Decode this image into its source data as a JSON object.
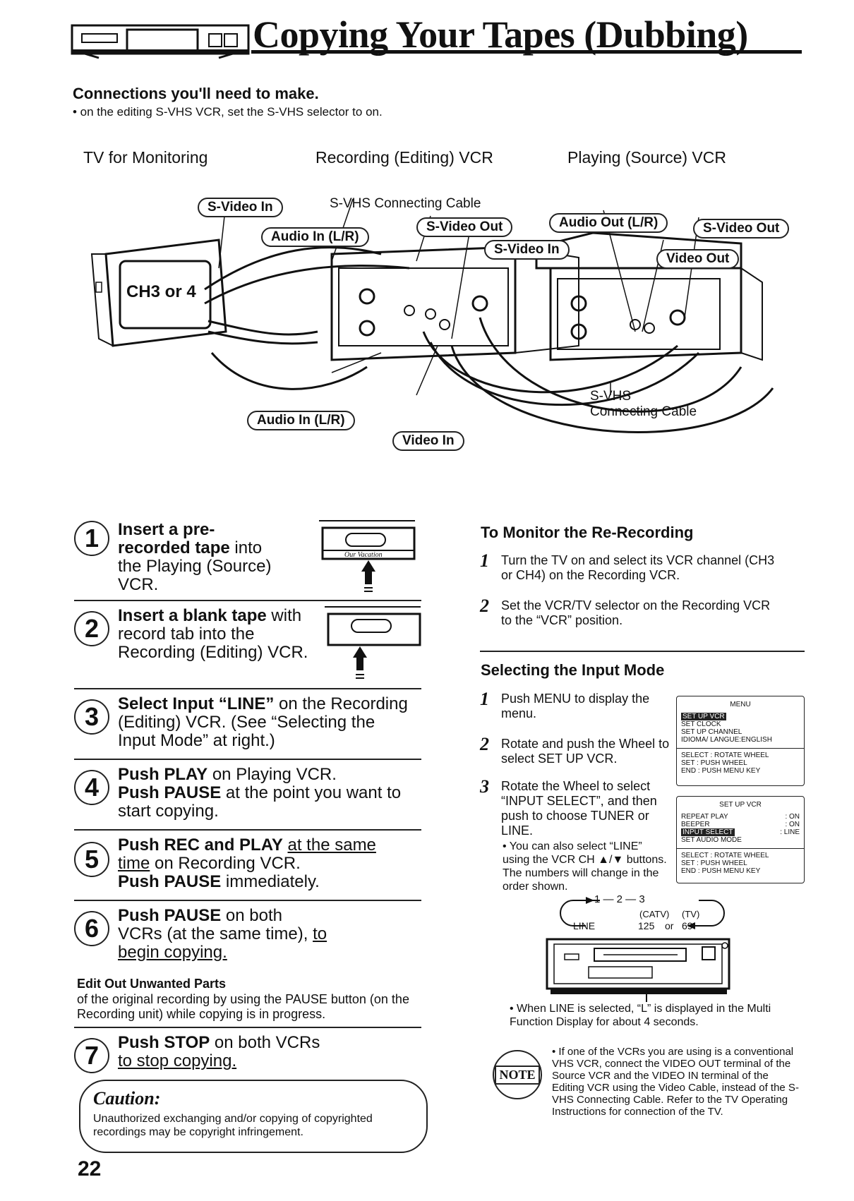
{
  "header": {
    "title": "Copying Your Tapes (Dubbing)"
  },
  "connections": {
    "heading": "Connections you'll need to make.",
    "subtext": "• on the editing S-VHS VCR, set the S-VHS selector to on."
  },
  "devices": {
    "tv": "TV for Monitoring",
    "recording_vcr": "Recording (Editing) VCR",
    "playing_vcr": "Playing (Source) VCR"
  },
  "diagram": {
    "tv_screen": "CH3 or 4",
    "svhs_cable_top": "S-VHS Connecting Cable",
    "svhs_cable_bottom_1": "S-VHS",
    "svhs_cable_bottom_2": "Connecting Cable",
    "labels": {
      "svideo_in_tv": "S-Video In",
      "audio_in_tv": "Audio In (L/R)",
      "svideo_out_rec": "S-Video Out",
      "svideo_in_rec": "S-Video In",
      "audio_out_play": "Audio Out (L/R)",
      "svideo_out_play": "S-Video Out",
      "video_out_play": "Video Out",
      "audio_in_rec": "Audio In (L/R)",
      "video_in_rec": "Video In"
    },
    "cassette_label": "Our Vacation"
  },
  "steps": [
    {
      "num": "1",
      "bold": "Insert a pre-recorded tape",
      "text": " into the Playing (Source) VCR."
    },
    {
      "num": "2",
      "bold": "Insert a blank tape",
      "text": " with record tab into the Recording (Editing) VCR."
    },
    {
      "num": "3",
      "bold": "Select Input “LINE”",
      "text": " on the Recording (Editing) VCR. (See “Selecting the Input Mode” at right.)"
    },
    {
      "num": "4",
      "bold1": "Push PLAY",
      "text1": " on Playing VCR.",
      "bold2": "Push PAUSE",
      "text2": " at the point you want to start copying."
    },
    {
      "num": "5",
      "bold1": "Push REC and PLAY",
      "under": "at the same time",
      "text1": " on Recording VCR.",
      "bold2": "Push PAUSE",
      "text2": " immediately."
    },
    {
      "num": "6",
      "bold": "Push PAUSE",
      "text": " on both VCRs (at the same time), ",
      "under": "to begin copying."
    },
    {
      "num": "7",
      "bold": "Push STOP",
      "text": " on both VCRs ",
      "under": "to stop copying."
    }
  ],
  "edit_out": {
    "heading": "Edit Out Unwanted Parts",
    "text": "of the original recording by using the PAUSE button (on the Recording unit) while copying is in progress."
  },
  "caution": {
    "heading": "Caution:",
    "text": "Unauthorized exchanging and/or copying of copyrighted recordings may be copyright infringement."
  },
  "page_number": "22",
  "monitor": {
    "heading": "To Monitor the Re-Recording",
    "items": [
      {
        "num": "1",
        "text": "Turn the TV on and select its VCR channel (CH3 or CH4) on the Recording VCR."
      },
      {
        "num": "2",
        "text": "Set the VCR/TV selector on the Recording VCR to the “VCR” position."
      }
    ]
  },
  "input_mode": {
    "heading": "Selecting the Input Mode",
    "items": [
      {
        "num": "1",
        "text": "Push MENU to display the menu."
      },
      {
        "num": "2",
        "text": "Rotate and push  the Wheel to select SET UP VCR."
      },
      {
        "num": "3",
        "text": "Rotate the Wheel to select “INPUT SELECT”, and then push to choose TUNER or LINE."
      }
    ],
    "bullet": "• You can also select “LINE” using the VCR CH ▲/▼ buttons. The numbers will change in the order shown.",
    "sequence": {
      "top": "1 — 2 — 3",
      "catv": "(CATV)",
      "tv": "(TV)",
      "line": "LINE",
      "n125": "125",
      "or": "or",
      "n69": "69"
    },
    "line_note": "• When LINE is selected, “L” is displayed in the Multi Function Display for about 4 seconds."
  },
  "menu1": {
    "title": "MENU",
    "items": [
      "SET UP VCR",
      "SET CLOCK",
      "SET UP CHANNEL",
      "IDIOMA/ LANGUE:ENGLISH"
    ],
    "footer": [
      "SELECT  : ROTATE WHEEL",
      "SET     : PUSH WHEEL",
      "END     : PUSH MENU KEY"
    ]
  },
  "menu2": {
    "title": "SET UP VCR",
    "rows": [
      {
        "label": "REPEAT PLAY",
        "value": ": ON"
      },
      {
        "label": "BEEPER",
        "value": ": ON"
      },
      {
        "label": "INPUT SELECT",
        "value": ": LINE"
      },
      {
        "label": "SET AUDIO MODE",
        "value": ""
      }
    ],
    "footer": [
      "SELECT  : ROTATE WHEEL",
      "SET     : PUSH WHEEL",
      "END     : PUSH MENU KEY"
    ]
  },
  "note": {
    "badge": "NOTE",
    "text": "• If one of the VCRs you are using is a conventional VHS VCR, connect the VIDEO OUT terminal of the Source VCR and the VIDEO IN terminal of the Editing VCR using the Video Cable, instead of the S-VHS Connecting Cable. Refer to the TV Operating Instructions for connection of the TV."
  }
}
